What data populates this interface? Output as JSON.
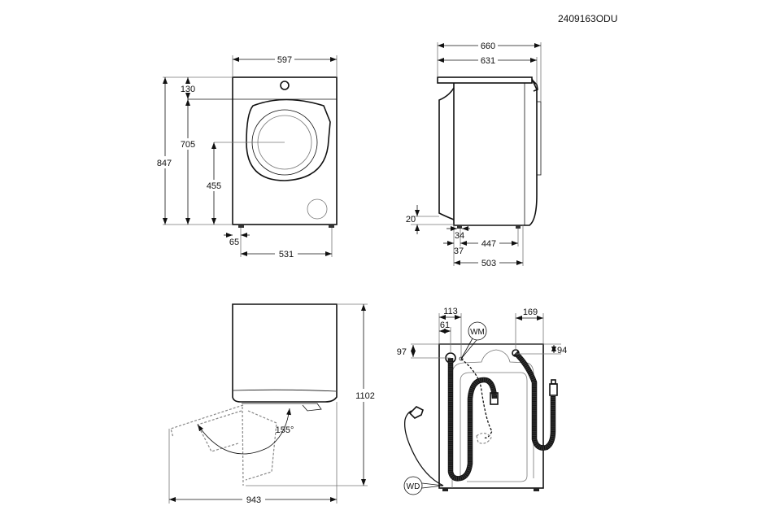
{
  "drawing_code": "2409163ODU",
  "front_view": {
    "width": "597",
    "top_panel": "130",
    "door_zone": "705",
    "height": "847",
    "door_center": "455",
    "foot_offset": "65",
    "foot_span": "531"
  },
  "side_view": {
    "depth_total": "660",
    "depth_body": "631",
    "rear_clearance": "20",
    "foot_offset": "34",
    "foot_span": "447",
    "rear_offset": "37",
    "body_depth": "503"
  },
  "top_view": {
    "depth_door_open": "1102",
    "width_door_open": "943",
    "door_angle": "155°"
  },
  "rear_view": {
    "inlet_offset": "113",
    "drain_offset": "61",
    "right_offset": "169",
    "left_height": "97",
    "right_height": "94",
    "wm_label": "WM",
    "wd_label": "WD"
  }
}
